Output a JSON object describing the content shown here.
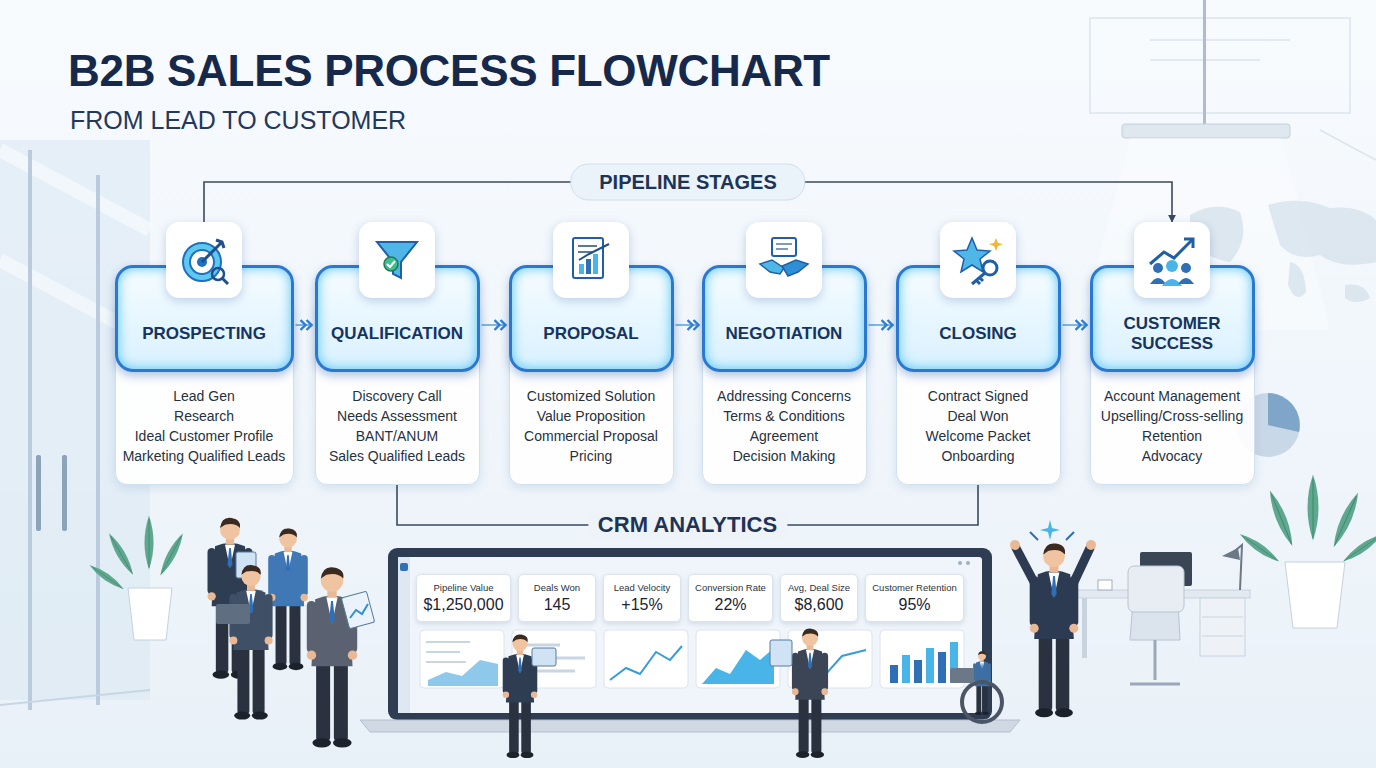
{
  "diagram": {
    "title": "B2B SALES PROCESS FLOWCHART",
    "nodes": [
      {
        "text": [
          "PROSPECTING",
          "Lead Gen",
          "Research",
          "Ideal Customer Profile",
          "Marketing Qualified Leads"
        ]
      },
      {
        "text": [
          "QUALIFICATION",
          "Discovery Call",
          "Needs Assessment",
          "BANT/ANUM",
          "Sales Qualified Leads"
        ]
      },
      {
        "text": [
          "PROPOSAL",
          "Customized Solution",
          "Value Proposition",
          "Commercial Proposal",
          "Pricing"
        ]
      },
      {
        "text": [
          "NEGOTIATION",
          "Addressing Concerns",
          "Terms & Conditions",
          "Agreement",
          "Decision Making"
        ]
      },
      {
        "text": [
          "CLOSING",
          "Contract Signed",
          "Deal Won",
          "Welcome Packet",
          "Onboarding"
        ]
      },
      {
        "text": [
          "CUSTOMER SUCCESS",
          "Account Management",
          "Upselling/Cross-selling",
          "Retention",
          "Advocacy"
        ]
      },
      {
        "text": [
          "Pipeline Value",
          "$1,250,000"
        ]
      },
      {
        "text": [
          "Deals Won",
          "145"
        ]
      },
      {
        "text": [
          "Lead Velocity",
          "+15%"
        ]
      },
      {
        "text": [
          "Conversion Rate",
          "22%"
        ]
      },
      {
        "text": [
          "Avg, Deal Size",
          "$8,600"
        ]
      },
      {
        "text": [
          "Customer Retention",
          "95%"
        ]
      }
    ],
    "edges": [
      {
        "from": 0,
        "to": 1,
        "arrow": "to"
      },
      {
        "from": 1,
        "to": 2,
        "arrow": "to"
      },
      {
        "from": 2,
        "to": 3,
        "arrow": "to"
      },
      {
        "from": 3,
        "to": 4,
        "arrow": "to"
      },
      {
        "from": 4,
        "to": 5,
        "arrow": "to"
      },
      {
        "from": 0,
        "to": 5,
        "label": "PIPELINE STAGES",
        "arrow": "to"
      },
      {
        "from": 1,
        "to": 4,
        "label": "CRM ANALYTICS",
        "arrow": "none"
      }
    ],
    "labels": [
      "FROM LEAD TO CUSTOMER"
    ]
  }
}
